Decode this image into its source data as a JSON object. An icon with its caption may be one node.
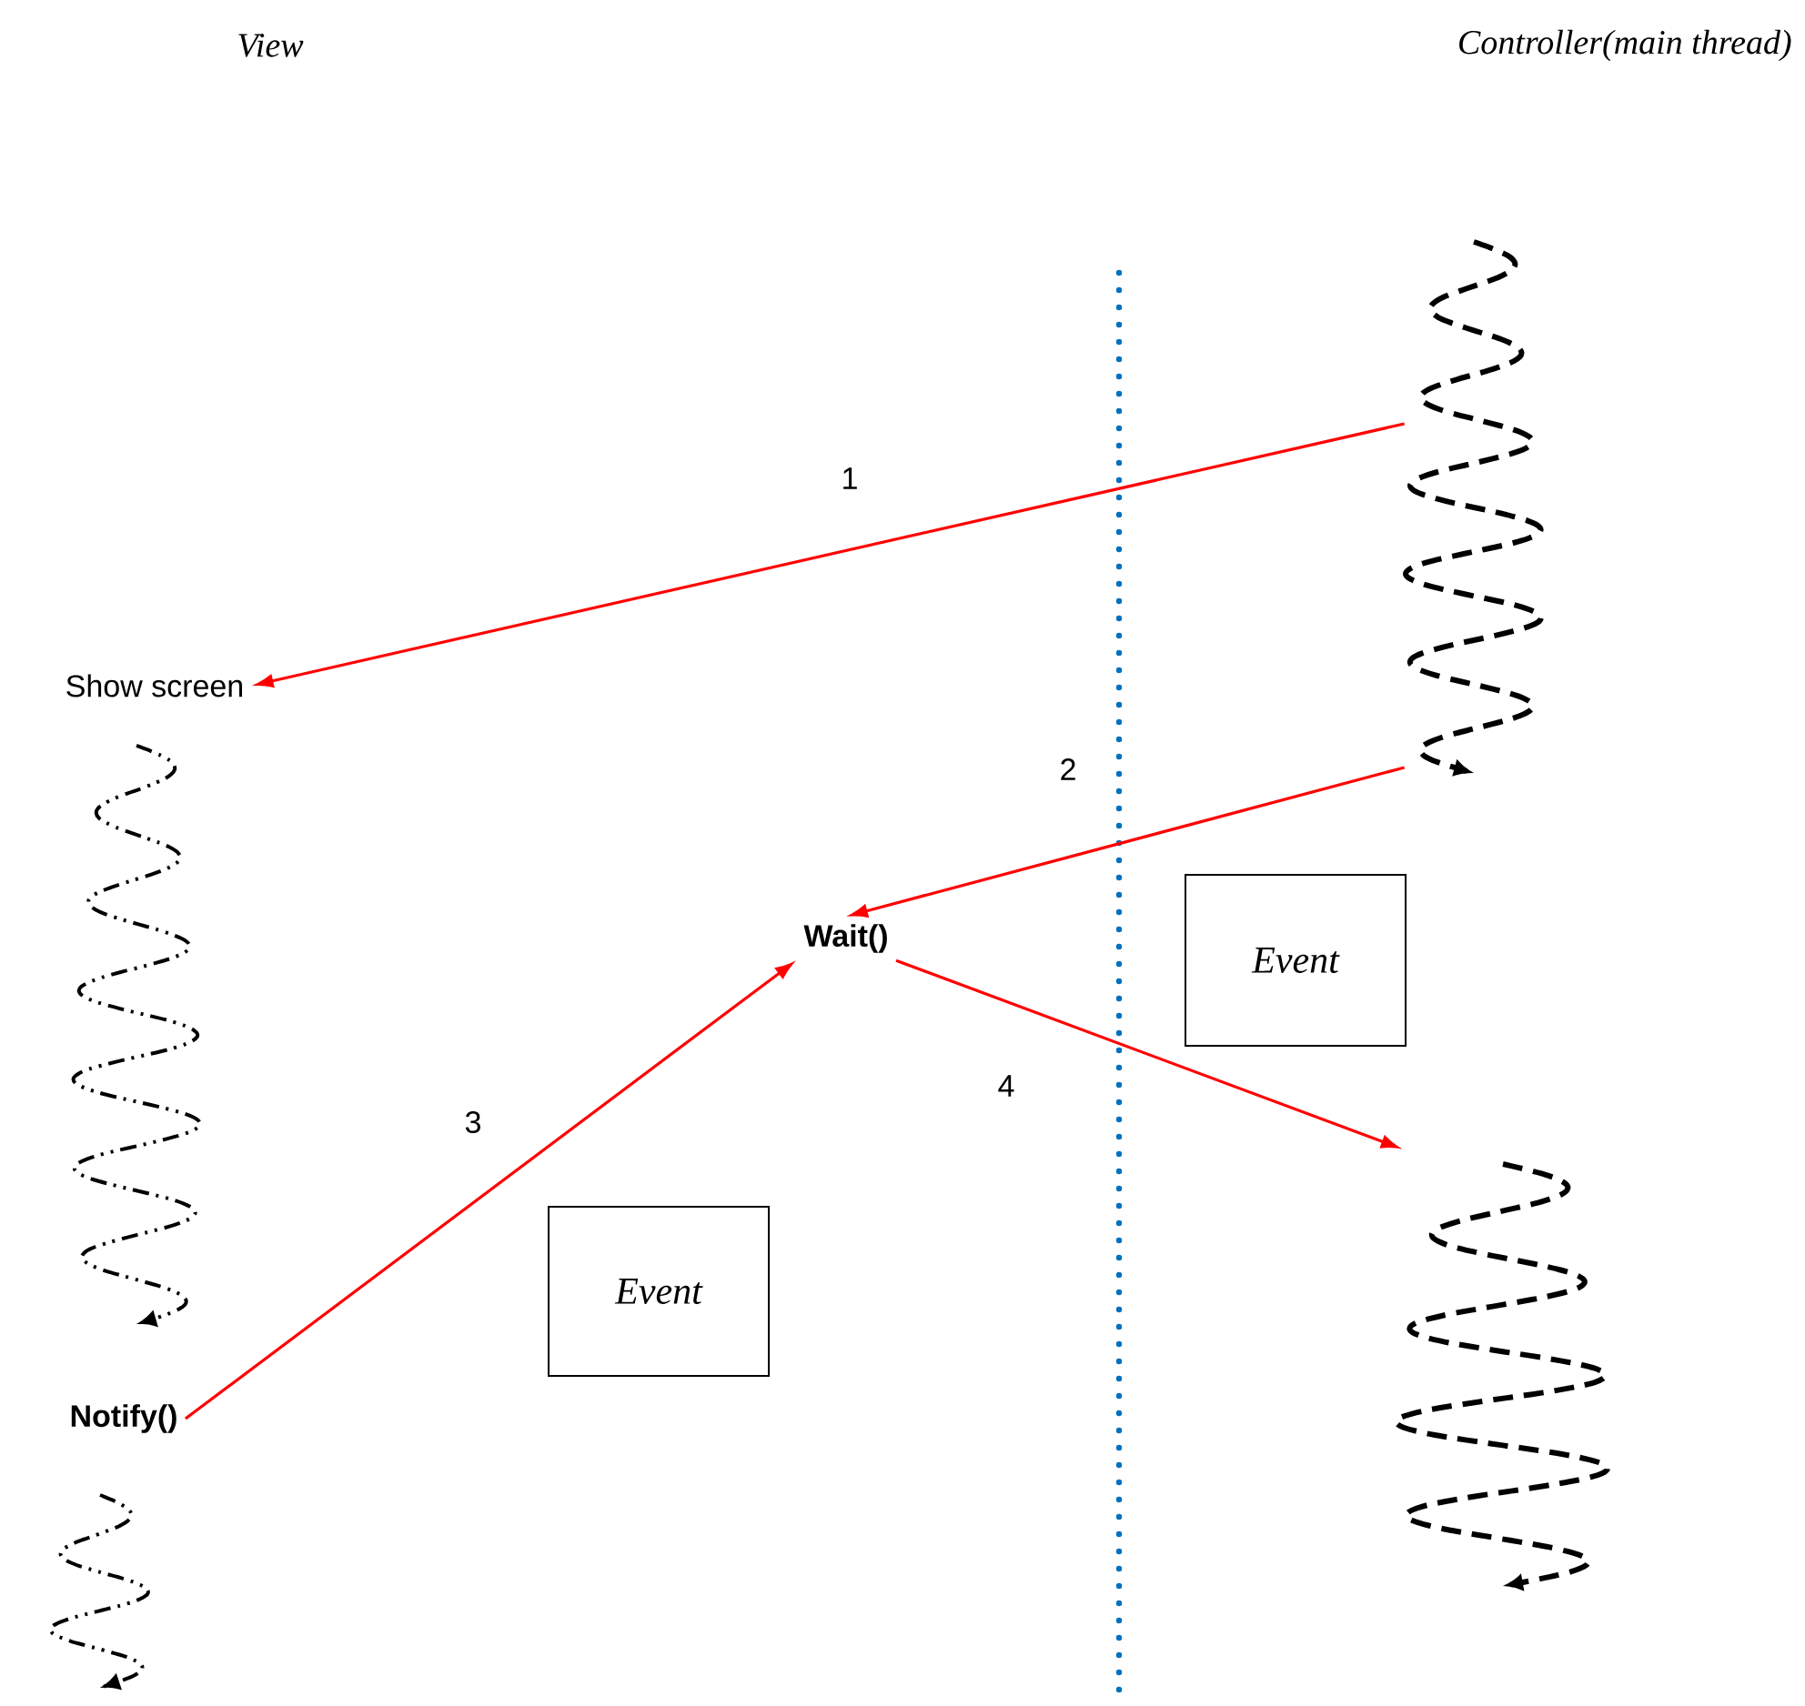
{
  "diagram": {
    "nodes": [
      {
        "text": [
          "Show screen"
        ]
      },
      {
        "text": [
          "Wait()"
        ]
      },
      {
        "text": [
          "Notify()"
        ]
      },
      {
        "text": [
          "Event"
        ]
      },
      {
        "text": [
          "Event"
        ]
      },
      {
        "text": [],
        "shape": "squiggle"
      },
      {
        "text": [],
        "shape": "squiggle"
      }
    ],
    "edges": [
      {
        "from": 5,
        "to": 0,
        "arrow": "to",
        "label": "1"
      },
      {
        "from": 5,
        "to": 1,
        "arrow": "to",
        "label": "2"
      },
      {
        "from": 2,
        "to": 1,
        "arrow": "to",
        "label": "3"
      },
      {
        "from": 1,
        "to": 6,
        "arrow": "to",
        "label": "4"
      }
    ],
    "labels": [
      "View",
      "Controller(main thread)"
    ]
  }
}
